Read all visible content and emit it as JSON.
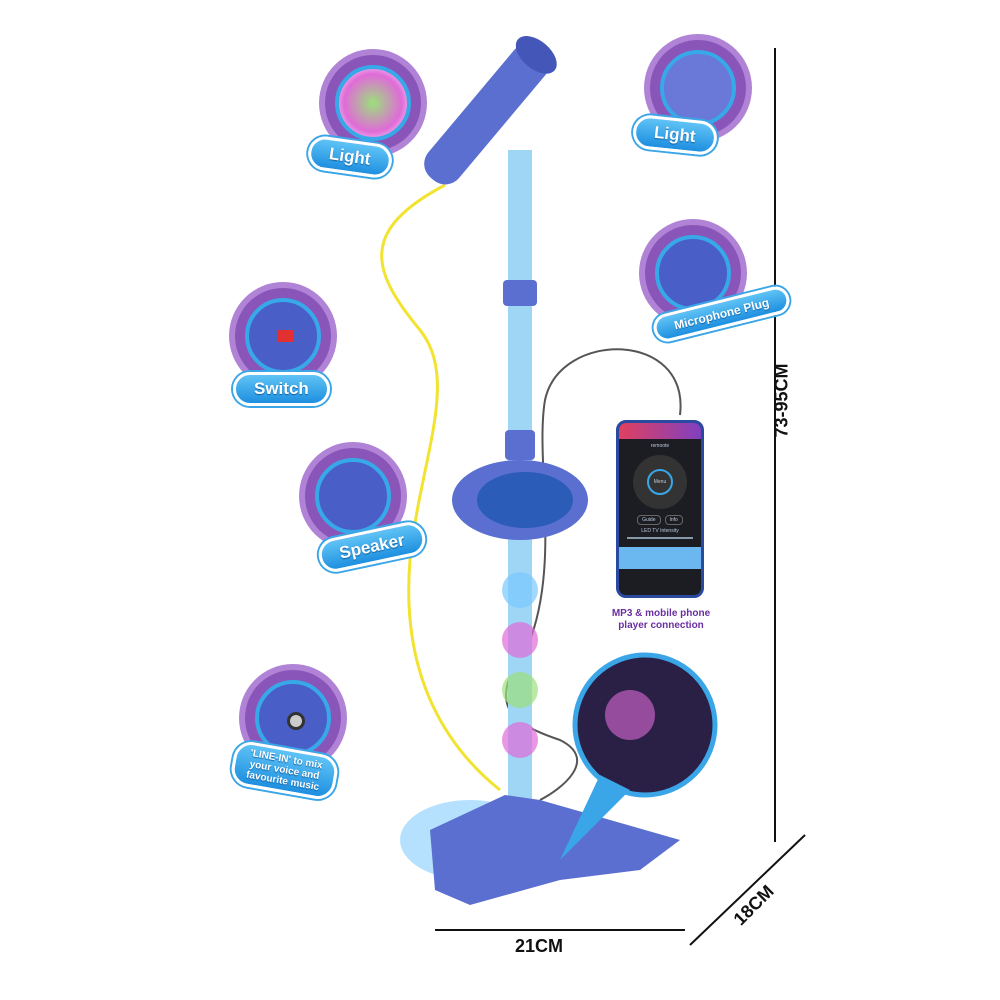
{
  "callouts": {
    "light_left": "Light",
    "light_right": "Light",
    "switch": "Switch",
    "microphone_plug": "Microphone Plug",
    "speaker": "Speaker",
    "line_in": "'LINE-IN' to mix  your voice and favourite music"
  },
  "phone": {
    "app_name": "remoote",
    "menu": "Menu",
    "guide": "Guide",
    "info": "Info",
    "intensity": "LED TV Intensity",
    "caption_line1": "MP3 & mobile phone",
    "caption_line2": "player connection"
  },
  "dimensions": {
    "height": "73-95CM",
    "width": "21CM",
    "depth": "18CM"
  },
  "colors": {
    "product": "#5a6fd0",
    "pill": "#2b9be6",
    "badge": "#8a55b8",
    "caption": "#6a2fa0",
    "cable": "#f2e330"
  }
}
